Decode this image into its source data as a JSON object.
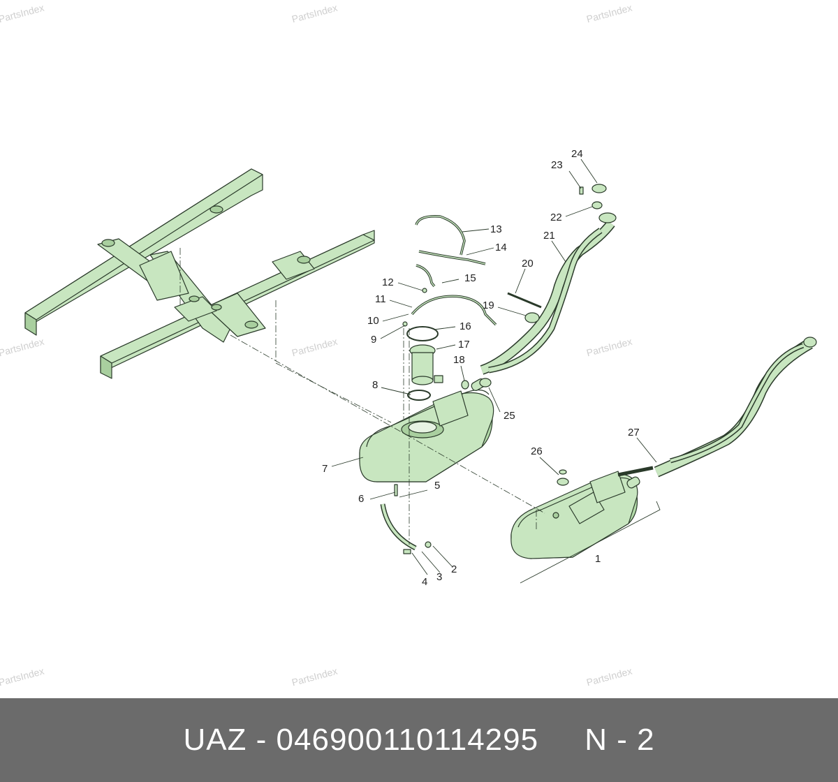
{
  "watermark": "PartsIndex",
  "footer": {
    "brand": "UAZ",
    "separator": " - ",
    "part_number": "046900110114295",
    "gap": "     ",
    "section": "N - 2"
  },
  "callouts": {
    "c1": "1",
    "c2": "2",
    "c3": "3",
    "c4": "4",
    "c5": "5",
    "c6": "6",
    "c7": "7",
    "c8": "8",
    "c9": "9",
    "c10": "10",
    "c11": "11",
    "c12": "12",
    "c13": "13",
    "c14": "14",
    "c15": "15",
    "c16": "16",
    "c17": "17",
    "c18": "18",
    "c19": "19",
    "c20": "20",
    "c21": "21",
    "c22": "22",
    "c23": "23",
    "c24": "24",
    "c25": "25",
    "c26": "26",
    "c27": "27"
  },
  "colors": {
    "part_fill": "#c8e6c0",
    "part_stroke": "#2a3a2a",
    "footer_bg": "#6b6b6b",
    "footer_text": "#ffffff",
    "watermark": "#cfcfcf"
  }
}
